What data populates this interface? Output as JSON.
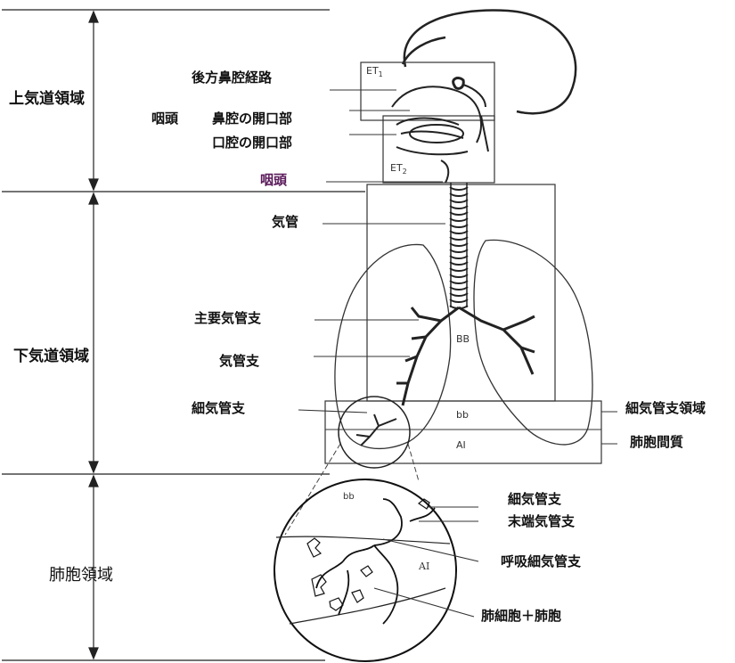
{
  "regions": {
    "upper": "上気道領域",
    "lower": "下気道領域",
    "alveolar": "肺胞領域"
  },
  "labels": {
    "posterior_nasal_passage": "後方鼻腔経路",
    "pharynx_left": "咽頭",
    "nasal_opening": "鼻腔の開口部",
    "oral_opening": "口腔の開口部",
    "pharynx": "咽頭",
    "trachea": "気管",
    "main_bronchi": "主要気管支",
    "bronchi": "気管支",
    "bronchioles": "細気管支",
    "bronchiolar_region": "細気管支領域",
    "alveolar_interstitium": "肺胞間質",
    "inset_bronchioles": "細気管支",
    "terminal_bronchioles": "末端気管支",
    "respiratory_bronchioles": "呼吸細気管支",
    "alveolar_duct_alveoli": "肺細胞＋肺胞"
  },
  "box_codes": {
    "et1": "ET",
    "et1_sub": "1",
    "et2": "ET",
    "et2_sub": "2",
    "bb_upper": "BB",
    "bb_lower": "bb",
    "ai": "AI",
    "inset_bb": "bb",
    "inset_ai": "AI"
  }
}
